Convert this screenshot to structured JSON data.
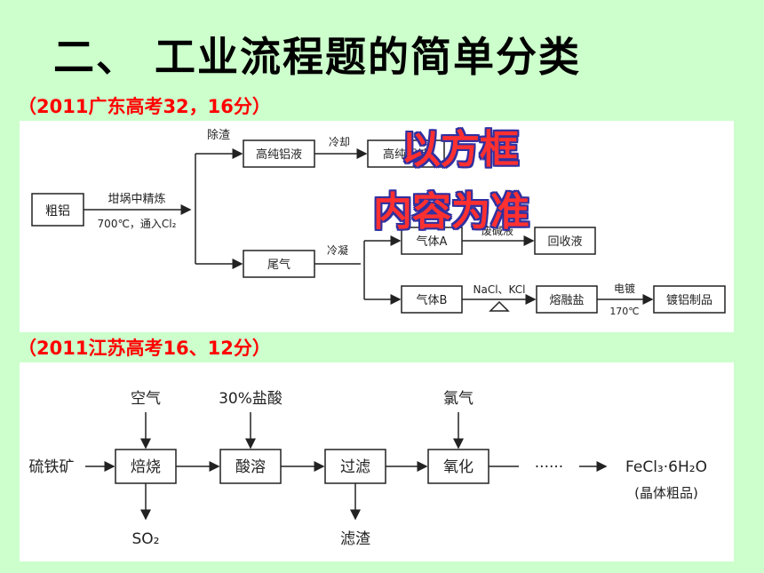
{
  "title": "二、 工业流程题的简单分类",
  "source1": "（2011广东高考32，16分）",
  "source2": "（2011江苏高考16、12分）",
  "stamp_line1": "以方框",
  "stamp_line2": "内容为准",
  "diagram1": {
    "raw": "粗铝",
    "refine_label_top": "坩埚中精炼",
    "refine_label_bottom": "700℃，通入Cl₂",
    "slag_label": "除渣",
    "liquid": "高纯铝液",
    "cool_label": "冷却",
    "product_partial": "高纯铝锭",
    "tail_gas": "尾气",
    "condense_label": "冷凝",
    "gas_a": "气体A",
    "waste_alkali": "废碱液",
    "recovered": "回收液",
    "gas_b": "气体B",
    "salt_label": "NaCl、KCl",
    "molten_salt": "熔融盐",
    "plating_label_top": "电镀",
    "plating_label_bottom": "170℃",
    "product": "镀铝制品"
  },
  "diagram2": {
    "raw": "硫铁矿",
    "air": "空气",
    "hcl": "30%盐酸",
    "chlorine": "氯气",
    "roast": "焙烧",
    "dissolve": "酸溶",
    "filter": "过滤",
    "oxidize": "氧化",
    "so2": "SO₂",
    "residue": "滤渣",
    "dots": "······",
    "product": "FeCl₃·6H₂O",
    "product_note": "(晶体粗品)"
  }
}
